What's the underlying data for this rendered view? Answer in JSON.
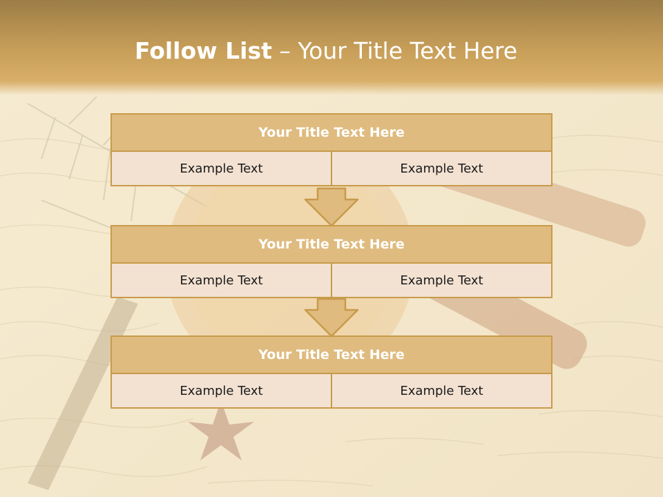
{
  "slide": {
    "title_bold": "Follow List",
    "title_rest": " – Your Title Text Here",
    "blocks": [
      {
        "title": "Your Title Text Here",
        "left": "Example Text",
        "right": "Example Text"
      },
      {
        "title": "Your Title Text Here",
        "left": "Example Text",
        "right": "Example Text"
      },
      {
        "title": "Your Title Text Here",
        "left": "Example Text",
        "right": "Example Text"
      }
    ]
  },
  "colors": {
    "header": "#c9a05a",
    "block_title_fill": "#dfbb7f",
    "block_border": "#c89a4a",
    "row_fill": "#f3e2d2"
  },
  "icons": [
    "down-arrow-icon",
    "down-arrow-icon"
  ]
}
